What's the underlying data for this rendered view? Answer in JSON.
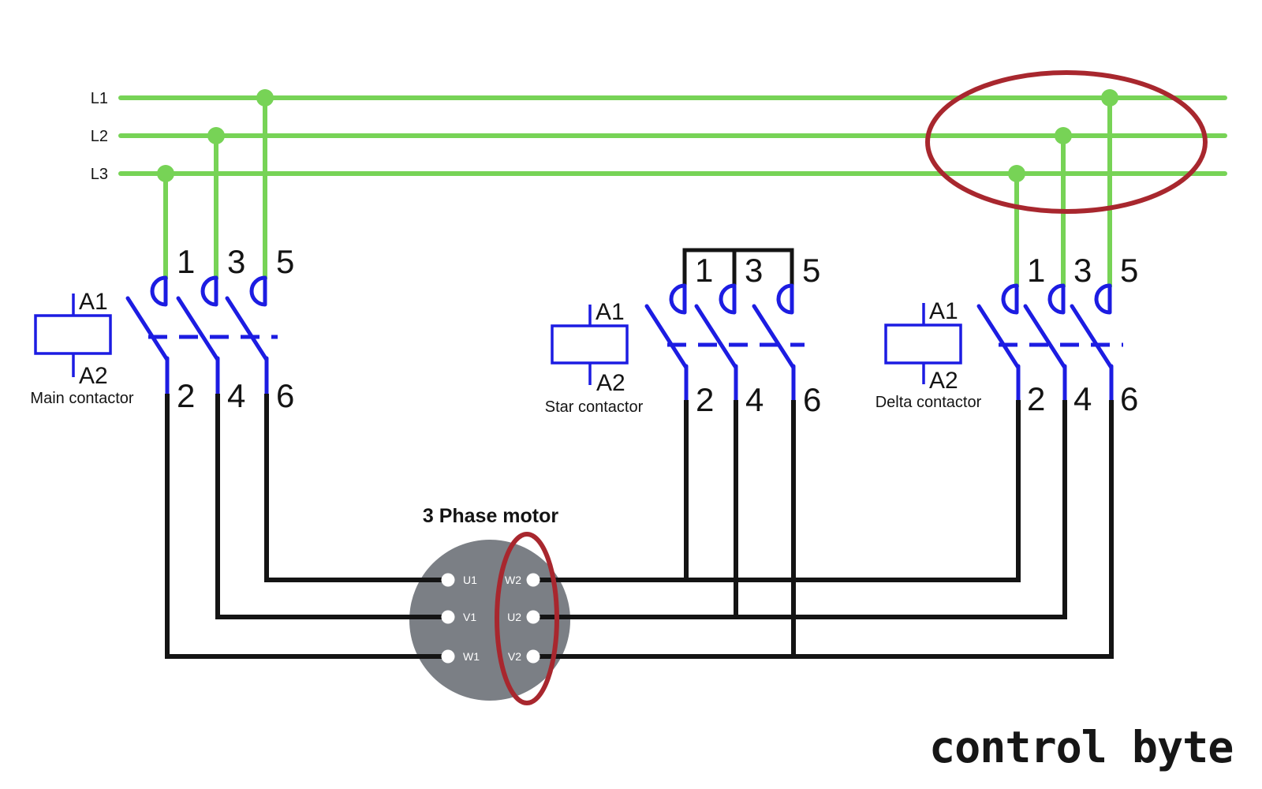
{
  "power_lines": {
    "labels": [
      "L1",
      "L2",
      "L3"
    ]
  },
  "contactors": {
    "main": {
      "name": "Main contactor",
      "coil_terminals": {
        "top": "A1",
        "bottom": "A2"
      },
      "terminals": {
        "top": [
          "1",
          "3",
          "5"
        ],
        "bottom": [
          "2",
          "4",
          "6"
        ]
      }
    },
    "star": {
      "name": "Star contactor",
      "coil_terminals": {
        "top": "A1",
        "bottom": "A2"
      },
      "terminals": {
        "top": [
          "1",
          "3",
          "5"
        ],
        "bottom": [
          "2",
          "4",
          "6"
        ]
      }
    },
    "delta": {
      "name": "Delta contactor",
      "coil_terminals": {
        "top": "A1",
        "bottom": "A2"
      },
      "terminals": {
        "top": [
          "1",
          "3",
          "5"
        ],
        "bottom": [
          "2",
          "4",
          "6"
        ]
      }
    }
  },
  "motor": {
    "title": "3 Phase motor",
    "left_terminals": [
      "U1",
      "V1",
      "W1"
    ],
    "right_terminals": [
      "W2",
      "U2",
      "V2"
    ]
  },
  "brand": {
    "logo": "control byte"
  },
  "colors": {
    "phase_green": "#77D356",
    "contact_blue": "#1C1CE2",
    "wire_black": "#141414",
    "highlight_red": "#A8272E",
    "motor_gray": "#7B7F85"
  }
}
